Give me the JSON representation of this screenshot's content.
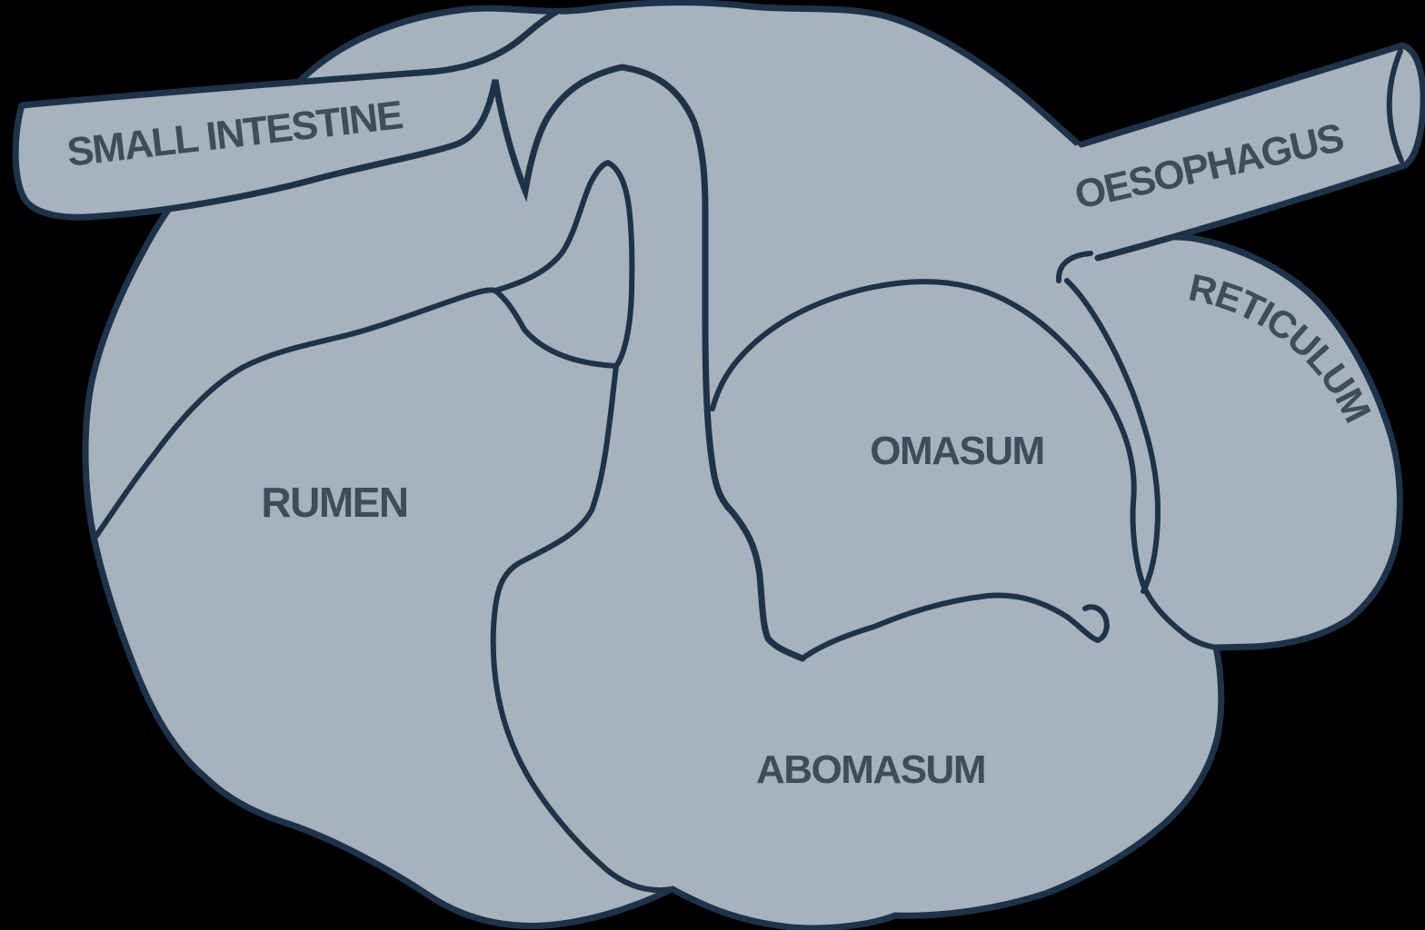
{
  "diagram": {
    "title": "Ruminant stomach diagram",
    "background_color": "#000000",
    "organ_fill_color": "#a6b2bc",
    "outline_color": "#1e3349",
    "label_color": "#3f4c59",
    "labels": {
      "small_intestine": "SMALL INTESTINE",
      "oesophagus": "OESOPHAGUS",
      "reticulum": "RETICULUM",
      "rumen": "RUMEN",
      "omasum": "OMASUM",
      "abomasum": "ABOMASUM"
    }
  }
}
